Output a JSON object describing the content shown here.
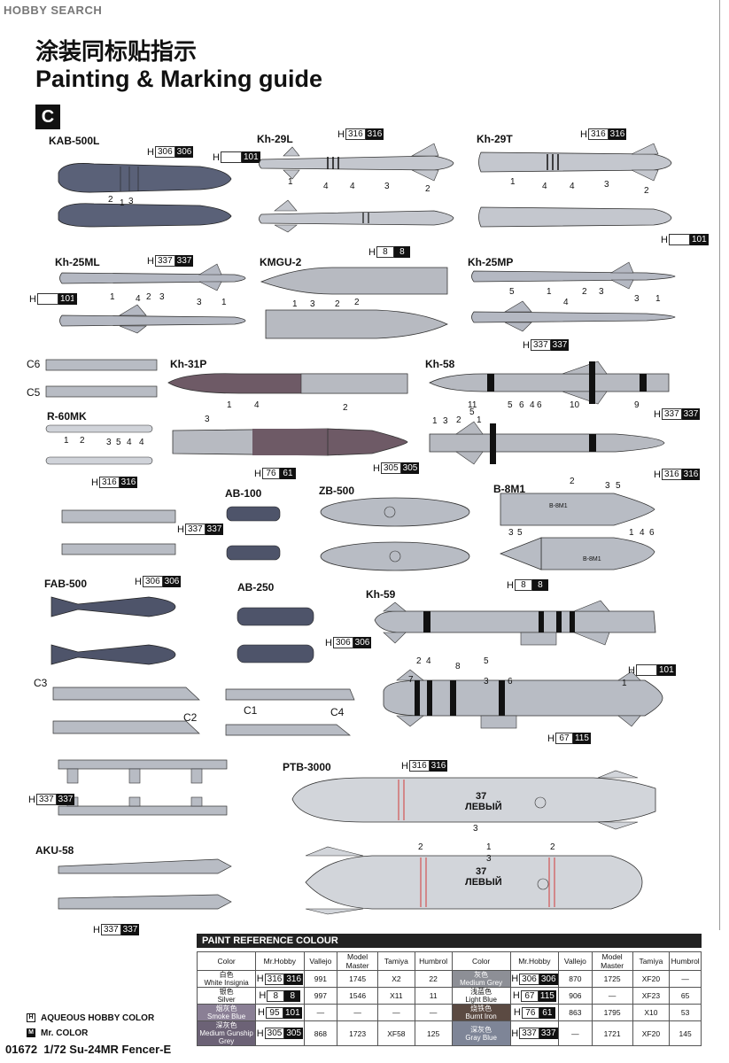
{
  "watermark": "HOBBY SEARCH",
  "title_cn": "涂装同标贴指示",
  "title_en": "Painting & Marking guide",
  "sheet_letter": "C",
  "labels": {
    "kab500l": "KAB-500L",
    "kh29l": "Kh-29L",
    "kh29t": "Kh-29T",
    "kh25ml": "Kh-25ML",
    "kmgu2": "KMGU-2",
    "kh25mp": "Kh-25MP",
    "kh31p": "Kh-31P",
    "kh58": "Kh-58",
    "r60mk": "R-60MK",
    "ab100": "AB-100",
    "zb500": "ZB-500",
    "b8m1": "B-8M1",
    "fab500": "FAB-500",
    "ab250": "AB-250",
    "kh59": "Kh-59",
    "ptb3000": "PTB-3000",
    "aku58": "AKU-58",
    "c1": "C1",
    "c2": "C2",
    "c3": "C3",
    "c4": "C4",
    "c5": "C5",
    "c6": "C6"
  },
  "codes": {
    "h": "H",
    "c306": "306",
    "c316": "316",
    "c101": "101",
    "c337": "337",
    "c8": "8",
    "c76": "76",
    "c61": "61",
    "c305": "305",
    "c67": "67",
    "c115": "115"
  },
  "callouts": {
    "n1": "1",
    "n2": "2",
    "n3": "3",
    "n4": "4",
    "n5": "5",
    "n6": "6",
    "n7": "7",
    "n8": "8",
    "n9": "9",
    "n10": "10",
    "n11": "11"
  },
  "stencils": {
    "ptb_num": "37",
    "ptb_text": "ЛЕВЫЙ",
    "b8m1_text": "B-8M1"
  },
  "paint_reference": {
    "heading": "PAINT  REFERENCE COLOUR",
    "headers": [
      "Color",
      "Mr.Hobby",
      "Vallejo",
      "Model Master",
      "Tamiya",
      "Humbrol",
      "Color",
      "Mr.Hobby",
      "Vallejo",
      "Model Master",
      "Tamiya",
      "Humbrol"
    ],
    "rows": [
      {
        "cn": "白色",
        "en": "White Insignia",
        "swatch": "#ffffff",
        "h1": "316",
        "h2": "316",
        "vallejo": "991",
        "mm": "1745",
        "tamiya": "X2",
        "humbrol": "22",
        "cn2": "灰色",
        "en2": "Medium Grey",
        "swatch2": "#8d8f96",
        "k1": "306",
        "k2": "306",
        "vallejo2": "870",
        "mm2": "1725",
        "tamiya2": "XF20",
        "humbrol2": "—"
      },
      {
        "cn": "银色",
        "en": "Silver",
        "swatch": "#ffffff",
        "h1": "8",
        "h2": "8",
        "vallejo": "997",
        "mm": "1546",
        "tamiya": "X11",
        "humbrol": "11",
        "cn2": "浅蓝色",
        "en2": "Light Blue",
        "swatch2": "#ffffff",
        "k1": "67",
        "k2": "115",
        "vallejo2": "906",
        "mm2": "—",
        "tamiya2": "XF23",
        "humbrol2": "65"
      },
      {
        "cn": "烟灰色",
        "en": "Smoke Blue",
        "swatch": "#8a7f95",
        "h1": "95",
        "h2": "101",
        "vallejo": "—",
        "mm": "—",
        "tamiya": "—",
        "humbrol": "—",
        "cn2": "烧铁色",
        "en2": "Burnt Iron",
        "swatch2": "#5b4a42",
        "k1": "76",
        "k2": "61",
        "vallejo2": "863",
        "mm2": "1795",
        "tamiya2": "X10",
        "humbrol2": "53"
      },
      {
        "cn": "深灰色",
        "en": "Medium Gunship Grey",
        "swatch": "#6c6276",
        "h1": "305",
        "h2": "305",
        "vallejo": "868",
        "mm": "1723",
        "tamiya": "XF58",
        "humbrol": "125",
        "cn2": "深灰色",
        "en2": "Gray Blue",
        "swatch2": "#7e8597",
        "k1": "337",
        "k2": "337",
        "vallejo2": "—",
        "mm2": "1721",
        "tamiya2": "XF20",
        "humbrol2": "145"
      }
    ]
  },
  "legend": {
    "aqueous": "AQUEOUS HOBBY COLOR",
    "mr": "Mr. COLOR"
  },
  "footer": {
    "number": "01672",
    "title": "1/72 Su-24MR Fencer-E"
  },
  "colors": {
    "weapon_dark": "#4e546a",
    "weapon_grey": "#b8bcc4",
    "burnt": "#6e5a66",
    "stripe": "#111111",
    "red_line": "#d23a3a"
  }
}
